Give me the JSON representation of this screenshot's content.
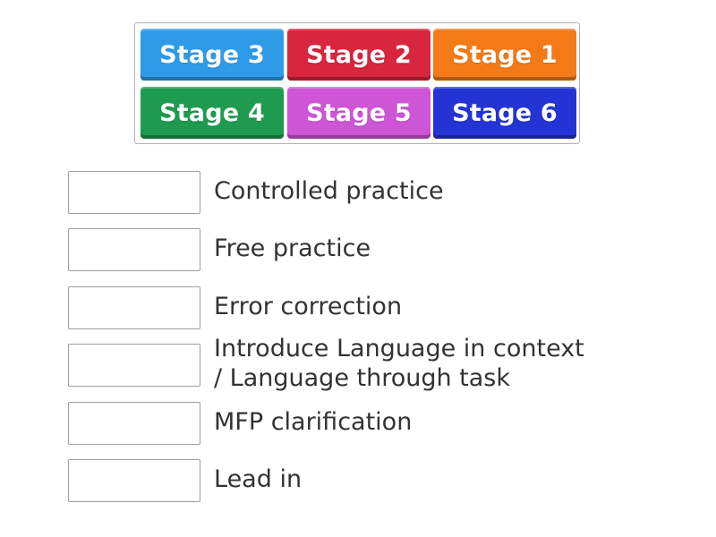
{
  "tiles": [
    {
      "label": "Stage 3",
      "color": "#2f9be8"
    },
    {
      "label": "Stage 2",
      "color": "#d7263d"
    },
    {
      "label": "Stage 1",
      "color": "#f47a18"
    },
    {
      "label": "Stage 4",
      "color": "#1e9b4f"
    },
    {
      "label": "Stage 5",
      "color": "#cd55d6"
    },
    {
      "label": "Stage 6",
      "color": "#2434d4"
    }
  ],
  "rows": [
    {
      "label": "Controlled practice"
    },
    {
      "label": "Free practice"
    },
    {
      "label": "Error correction"
    },
    {
      "label": "Introduce Language in context\n/ Language through task"
    },
    {
      "label": "MFP clarification"
    },
    {
      "label": "Lead in"
    }
  ]
}
